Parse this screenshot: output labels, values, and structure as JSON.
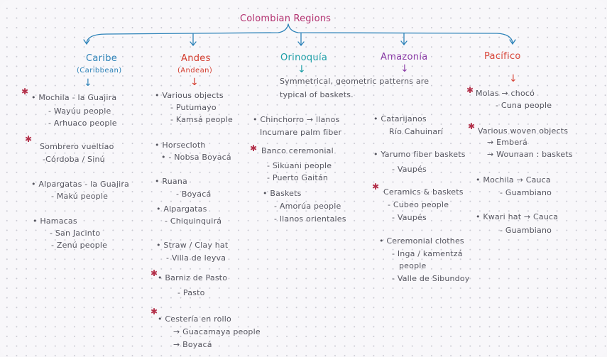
{
  "title": "Colombian Regions",
  "regions": {
    "caribe": {
      "name": "Caribe",
      "subtitle": "(Caribbean)",
      "color": "#2c82b8"
    },
    "andes": {
      "name": "Andes",
      "subtitle": "(Andean)",
      "color": "#d33a2c"
    },
    "orinoquia": {
      "name": "Orinoquía",
      "color": "#1a9ea6"
    },
    "amazonia": {
      "name": "Amazonía",
      "color": "#8a3ba6"
    },
    "pacifico": {
      "name": "Pacífico",
      "color": "#d8463a"
    }
  },
  "notes": {
    "caribe": [
      "• Mochila - la Guajira",
      "- Wayúu people",
      "- Arhuaco people",
      "Sombrero vueltiao",
      "-Córdoba / Sinú",
      "• Alpargatas - la Guajira",
      "- Makú people",
      "• Hamacas",
      "- San Jacinto",
      "- Zenú people"
    ],
    "andes": [
      "• Various objects",
      "- Putumayo",
      "- Kamsá people",
      "• Horsecloth",
      "• - Nobsa Boyacá",
      "• Ruana",
      "- Boyacá",
      "• Alpargatas",
      "- Chiquinquirá",
      "• Straw / Clay hat",
      "- Villa de leyva",
      "• Barniz de Pasto",
      "- Pasto",
      "• Cestería en rollo",
      "→ Guacamaya people",
      "→ Boyacá"
    ],
    "orinoquia": [
      "Symmetrical, geometric patterns are",
      "typical of baskets.",
      "• Chinchorro → llanos",
      "Incumare palm fiber",
      "Banco ceremonial",
      "- Sikuani people",
      "- Puerto Gaitán",
      "• Baskets",
      "- Amorúa people",
      "- llanos orientales"
    ],
    "amazonia": [
      "• Catarijanos",
      "Río Cahuinarí",
      "• Yarumo fiber baskets",
      "- Vaupés",
      "Ceramics & baskets",
      "- Cubeo people",
      "- Vaupés",
      "• Ceremonial clothes",
      "- Inga / kamentzá",
      "people",
      "- Valle de Sibundoy"
    ],
    "pacifico": [
      "Molas → chocó",
      "- Cuna people",
      "Various woven objects",
      "→ Emberá",
      "→ Wounaan : baskets",
      "• Mochila → Cauca",
      "- Guambiano",
      "• Kwari hat → Cauca",
      "- Guambiano"
    ]
  },
  "colors": {
    "ink": "#55555f",
    "title": "#b3306f",
    "brace": "#2c82b8",
    "star": "#b3304a"
  }
}
